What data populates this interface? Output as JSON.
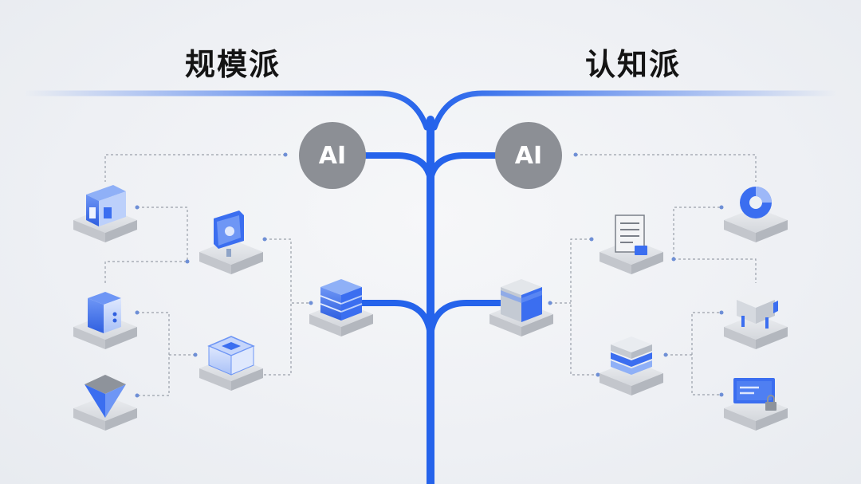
{
  "titles": {
    "left": "规模派",
    "right": "认知派"
  },
  "ai_nodes": {
    "left_label": "AI",
    "right_label": "AI"
  },
  "colors": {
    "trunk": "#2563eb",
    "node": "#8c8f95",
    "tile": "#d9dce1",
    "accent": "#3b6ef0"
  },
  "left_branch": {
    "name": "规模派",
    "icons": [
      "building-icon",
      "monitor-icon",
      "server-cabinet-icon",
      "chip-box-icon",
      "cone-icon",
      "stacked-server-icon"
    ]
  },
  "right_branch": {
    "name": "认知派",
    "icons": [
      "document-icon",
      "donut-chart-icon",
      "cube-icon",
      "robot-head-icon",
      "layered-stack-icon",
      "secure-screen-icon"
    ]
  }
}
